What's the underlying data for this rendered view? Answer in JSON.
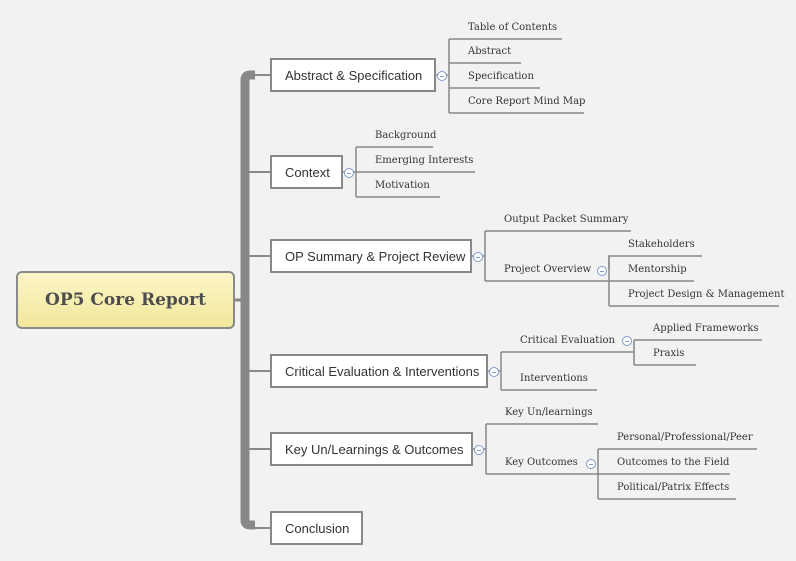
{
  "central": "OP5 Core Report",
  "branches": [
    {
      "label": "Abstract & Specification",
      "children": [
        "Table of Contents",
        "Abstract",
        "Specification",
        "Core Report Mind Map"
      ]
    },
    {
      "label": "Context",
      "children": [
        "Background",
        "Emerging Interests",
        "Motivation"
      ]
    },
    {
      "label": "OP Summary & Project Review",
      "children": [
        "Output Packet Summary",
        "Project Overview"
      ],
      "grandchildren": [
        "Stakeholders",
        "Mentorship",
        "Project Design & Management"
      ]
    },
    {
      "label": "Critical Evaluation & Interventions",
      "children": [
        "Critical Evaluation",
        "Interventions"
      ],
      "grandchildren": [
        "Applied Frameworks",
        "Praxis"
      ]
    },
    {
      "label": "Key Un/Learnings & Outcomes",
      "children": [
        "Key Un/learnings",
        "Key Outcomes"
      ],
      "grandchildren": [
        "Personal/Professional/Peer",
        "Outcomes to the Field",
        "Political/Patrix Effects"
      ]
    },
    {
      "label": "Conclusion",
      "children": []
    }
  ]
}
